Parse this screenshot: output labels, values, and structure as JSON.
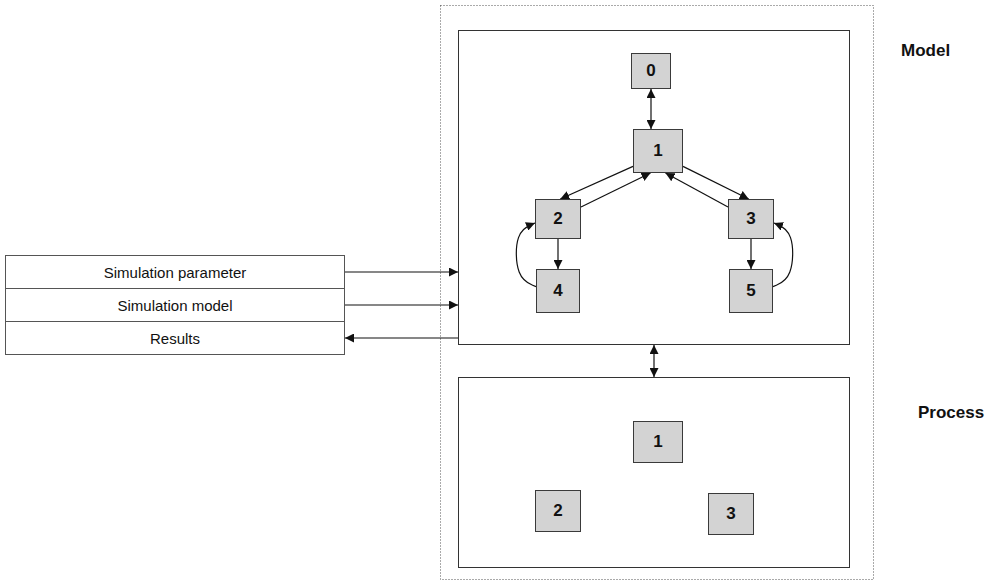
{
  "diagram": {
    "nodes": [
      {
        "text": [
          "Simulation parameter"
        ]
      },
      {
        "text": [
          "Simulation model"
        ]
      },
      {
        "text": [
          "Results"
        ]
      },
      {
        "text": [
          "Model"
        ]
      },
      {
        "text": [
          "0"
        ],
        "in": 3
      },
      {
        "text": [
          "1"
        ],
        "in": 3
      },
      {
        "text": [
          "2"
        ],
        "in": 3
      },
      {
        "text": [
          "3"
        ],
        "in": 3
      },
      {
        "text": [
          "4"
        ],
        "in": 3
      },
      {
        "text": [
          "5"
        ],
        "in": 3
      },
      {
        "text": [
          "Process"
        ]
      },
      {
        "text": [
          "1"
        ],
        "in": 10
      },
      {
        "text": [
          "2"
        ],
        "in": 10
      },
      {
        "text": [
          "3"
        ],
        "in": 10
      }
    ],
    "edges": [
      {
        "from": 0,
        "to": 3,
        "arrow": "to"
      },
      {
        "from": 1,
        "to": 3,
        "arrow": "to"
      },
      {
        "from": 3,
        "to": 2,
        "arrow": "to"
      },
      {
        "from": 4,
        "to": 5,
        "arrow": "both"
      },
      {
        "from": 5,
        "to": 6,
        "arrow": "to"
      },
      {
        "from": 6,
        "to": 5,
        "arrow": "to"
      },
      {
        "from": 5,
        "to": 7,
        "arrow": "to"
      },
      {
        "from": 7,
        "to": 5,
        "arrow": "to"
      },
      {
        "from": 6,
        "to": 8,
        "arrow": "to"
      },
      {
        "from": 8,
        "to": 6,
        "arrow": "to"
      },
      {
        "from": 7,
        "to": 9,
        "arrow": "to"
      },
      {
        "from": 9,
        "to": 7,
        "arrow": "to"
      },
      {
        "from": 3,
        "to": 10,
        "arrow": "both"
      }
    ]
  }
}
